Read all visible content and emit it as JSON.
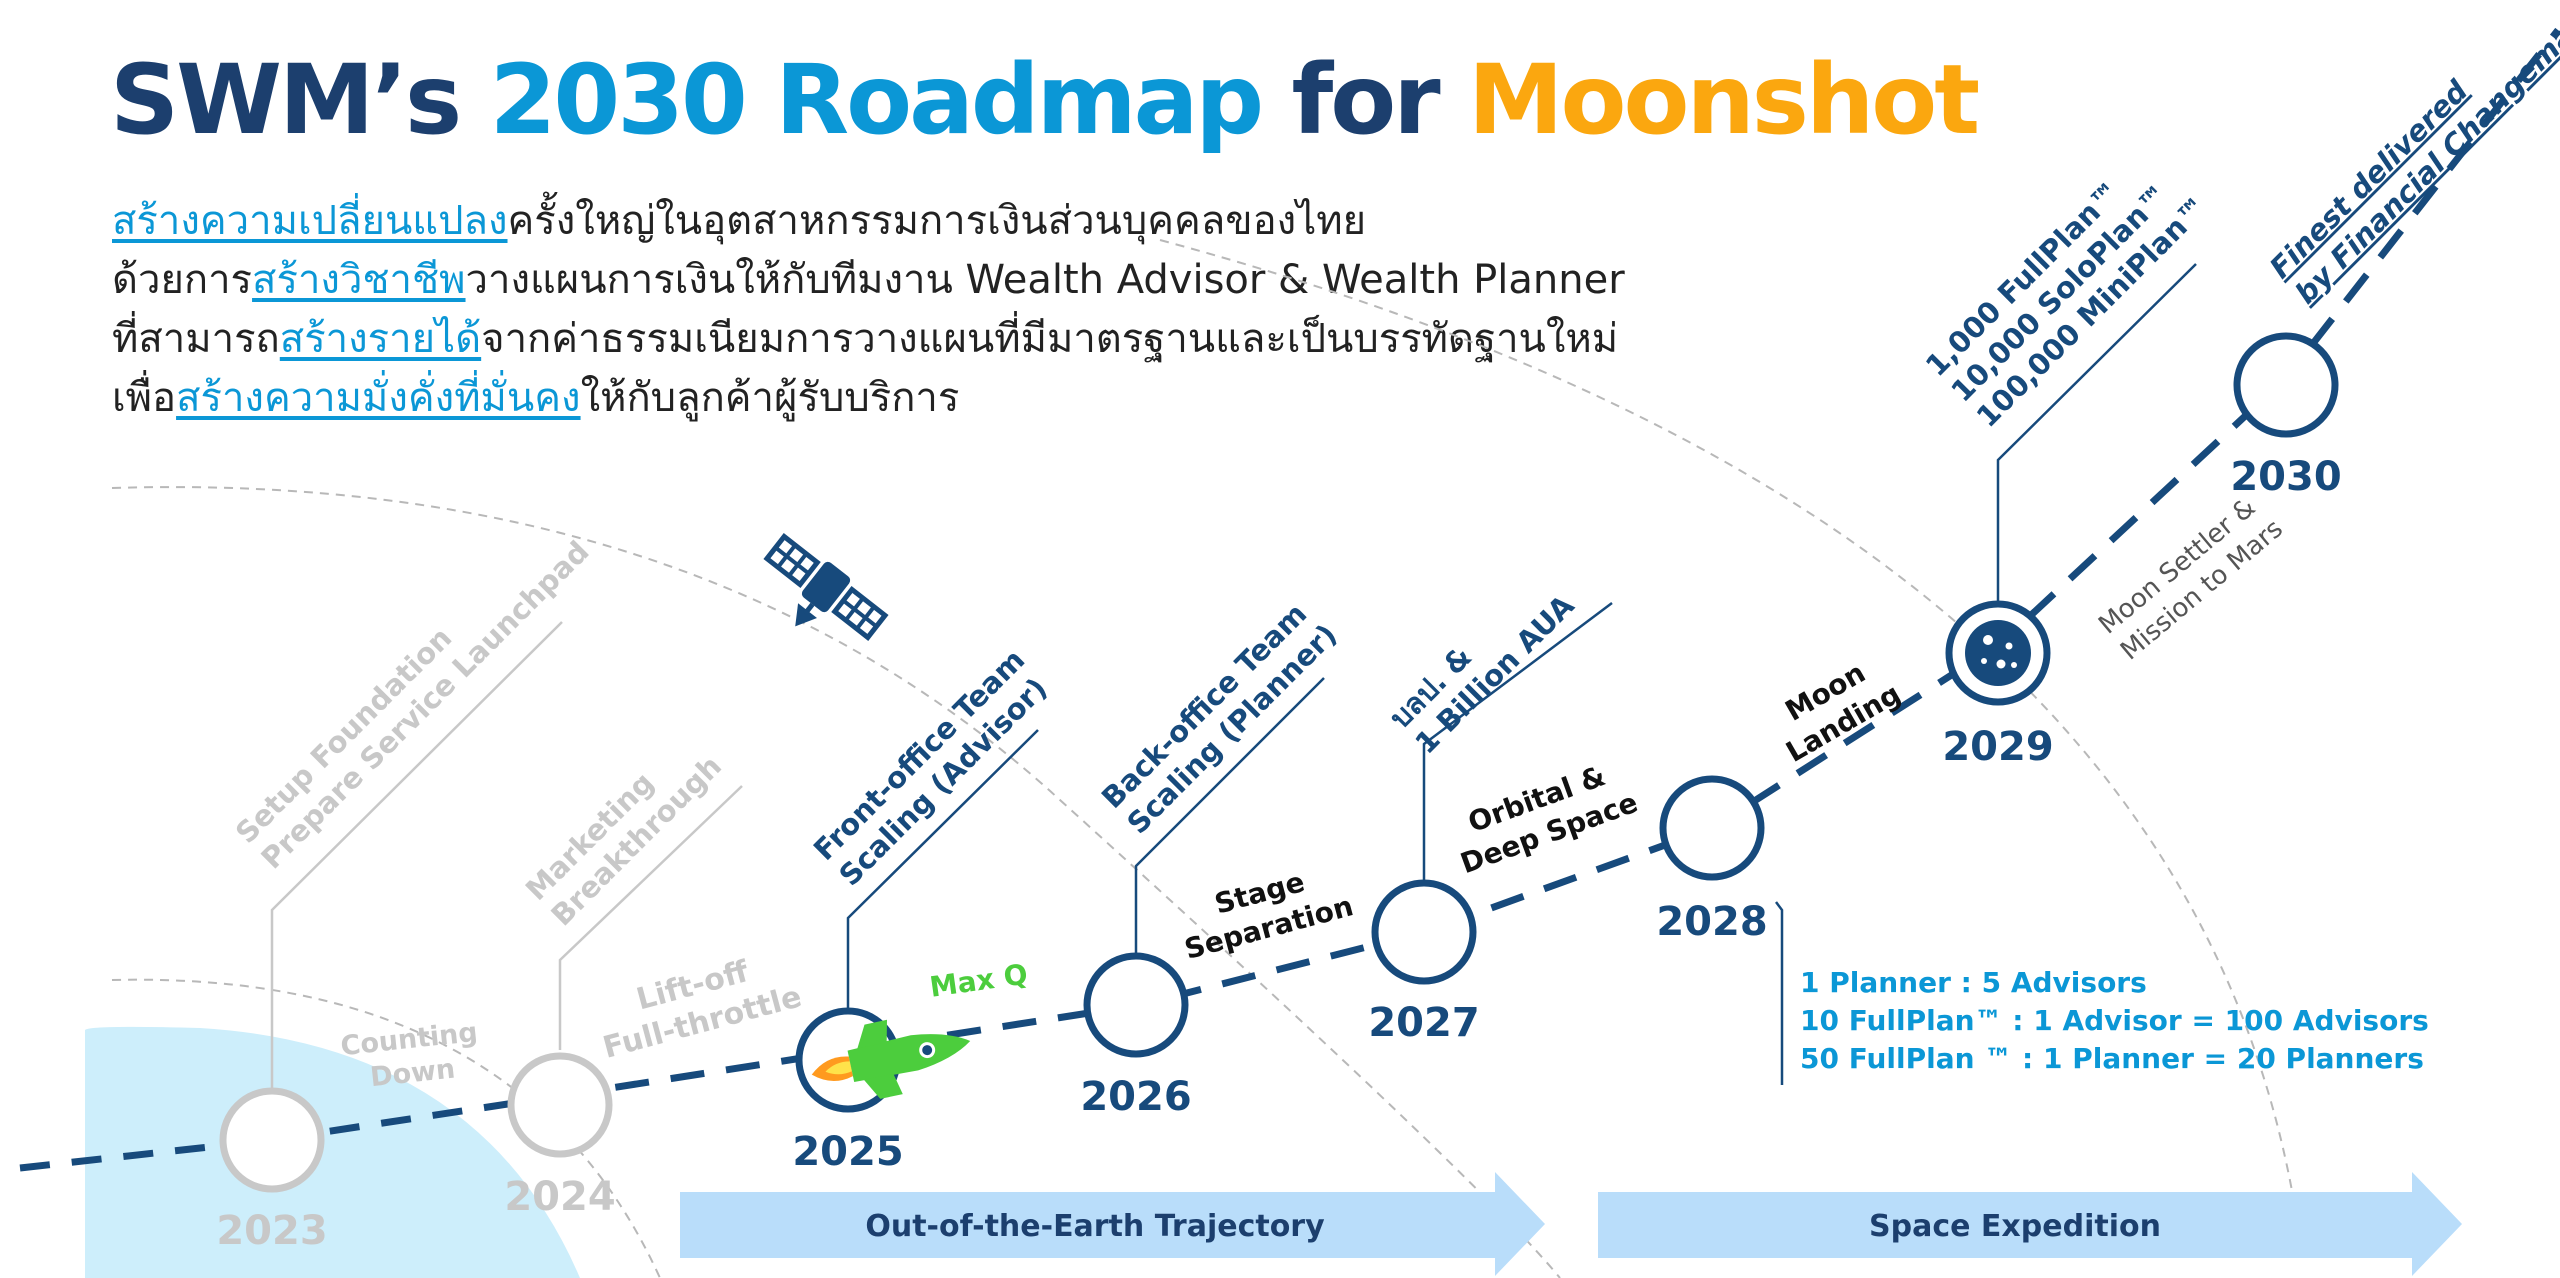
{
  "title": {
    "part1": "SWM’s ",
    "part2": "2030 Roadmap",
    "part3": " for ",
    "part4": "Moonshot"
  },
  "intro": {
    "line1": {
      "highlight": "สร้างความเปลี่ยนแปลง",
      "rest": "ครั้งใหญ่ในอุตสาหกรรมการเงินส่วนบุคคลของไทย"
    },
    "line2": {
      "lead": "ด้วยการ",
      "highlight": "สร้างวิชาชีพ",
      "rest": "วางแผนการเงินให้กับทีมงาน Wealth Advisor & Wealth Planner"
    },
    "line3": {
      "lead": "ที่สามารถ",
      "highlight": "สร้างรายได้",
      "rest": "จากค่าธรรมเนียมการวางแผนที่มีมาตรฐานและเป็นบรรทัดฐานใหม่"
    },
    "line4": {
      "lead": "เพื่อ",
      "highlight": "สร้างความมั่งคั่งที่มั่นคง",
      "rest": "ให้กับลูกค้าผู้รับบริการ"
    }
  },
  "years": {
    "y2023": "2023",
    "y2024": "2024",
    "y2025": "2025",
    "y2026": "2026",
    "y2027": "2027",
    "y2028": "2028",
    "y2029": "2029",
    "y2030": "2030"
  },
  "milestones": {
    "m2023": {
      "line1": "Setup Foundation",
      "line2": "Prepare Service Launchpad"
    },
    "m2024": {
      "line1": "Marketing",
      "line2": "Breakthrough"
    },
    "m2025": {
      "line1": "Front-office Team",
      "line2": "Scaling (Advisor)"
    },
    "m2026": {
      "line1": "Back-office Team",
      "line2": "Scaling (Planner)"
    },
    "m2027": {
      "line1": "บลป. &",
      "line2": "1 Billion AUA"
    },
    "m2029": {
      "line1": "1,000 FullPlan™",
      "line2": "10,000 SoloPlan™",
      "line3": "100,000 MiniPlan™"
    },
    "m2030": {
      "line1": "Finest delivered",
      "line2": "by Financial Changemaker"
    }
  },
  "phases": {
    "counting": {
      "line1": "Counting",
      "line2": "Down"
    },
    "liftoff": {
      "line1": "Lift-off",
      "line2": "Full-throttle"
    },
    "maxq": "Max Q",
    "stage": {
      "line1": "Stage",
      "line2": "Separation"
    },
    "orbital": {
      "line1": "Orbital &",
      "line2": "Deep Space"
    },
    "moon": {
      "line1": "Moon",
      "line2": "Landing"
    },
    "mars": {
      "line1": "Moon Settler &",
      "line2": "Mission to Mars"
    }
  },
  "stats_2028": {
    "line1": "1 Planner : 5 Advisors",
    "line2": "10 FullPlan™ : 1 Advisor = 100 Advisors",
    "line3": "50 FullPlan ™ : 1 Planner = 20 Planners"
  },
  "banners": {
    "earth": "Out-of-the-Earth Trajectory",
    "space": "Space Expedition"
  },
  "icons": {
    "satellite": "satellite-icon",
    "rocket": "rocket-icon",
    "moon": "moon-icon"
  },
  "colors": {
    "navy": "#1c3f6e",
    "node_navy": "#174a7c",
    "accent_blue": "#0b97d6",
    "orange": "#fba70f",
    "green": "#4ccd3d",
    "grey": "#c8c8c8",
    "light_blue_banner": "#b9ddfa",
    "earth_glow": "#cdeefb"
  }
}
